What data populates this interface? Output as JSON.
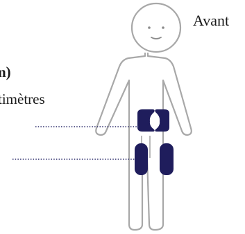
{
  "labels": {
    "view": "Avant",
    "heading": "n)",
    "unit_text": "timètres"
  },
  "colors": {
    "outline": "#a8a8a8",
    "zone": "#1f1d5c",
    "leader": "#2a2a6a"
  },
  "zones": [
    "abdomen-zone",
    "thigh-zone"
  ]
}
